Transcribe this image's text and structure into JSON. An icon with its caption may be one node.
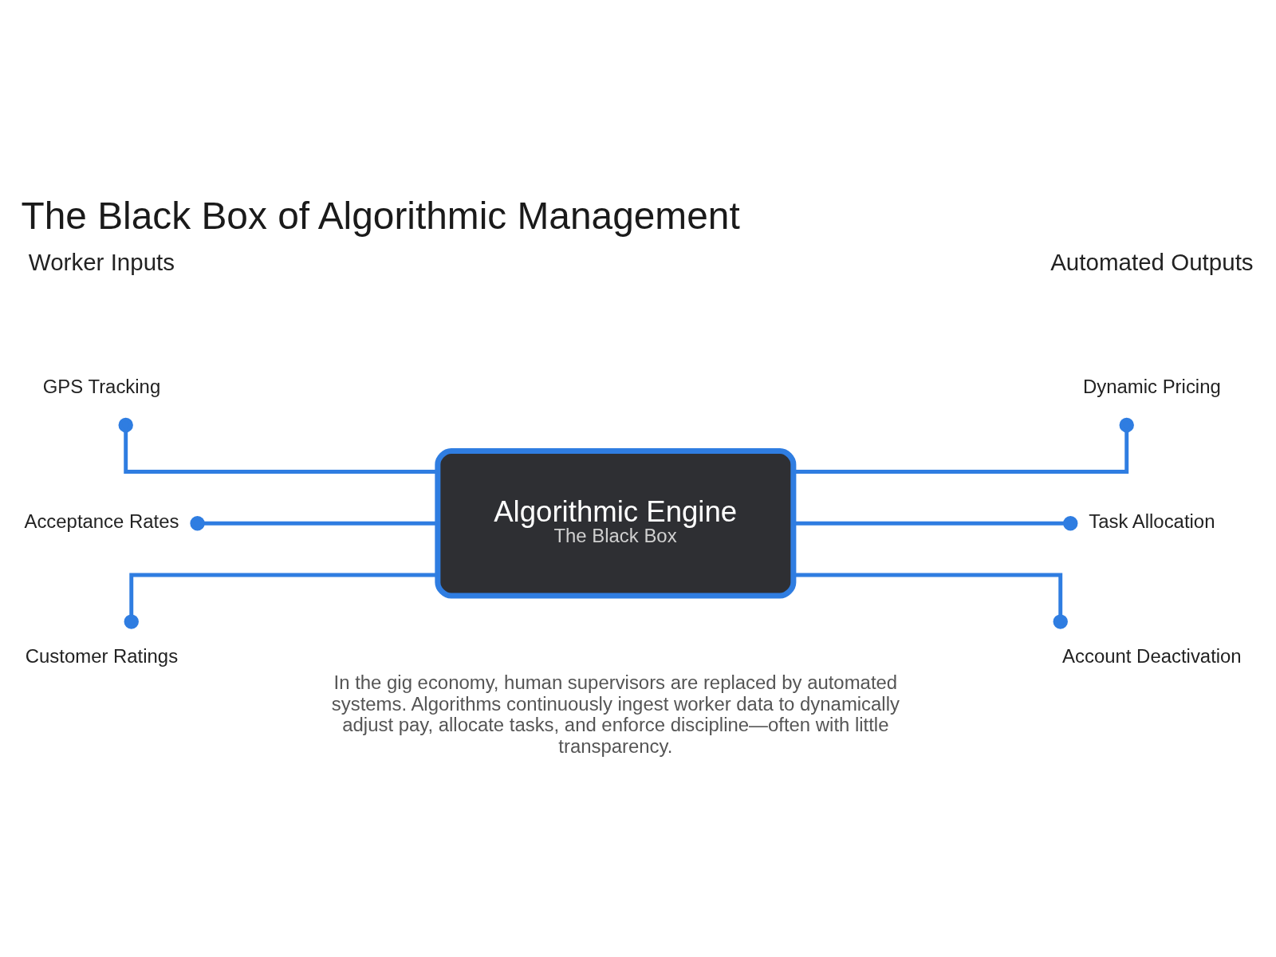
{
  "diagram": {
    "title": "The Black Box of Algorithmic Management",
    "caption": "In the gig economy, human supervisors are replaced by automated systems. Algorithms continuously ingest worker data to dynamically adjust pay, allocate tasks, and enforce discipline—often with little transparency.",
    "nodes": [
      {
        "text": [
          "GPS Tracking"
        ]
      },
      {
        "text": [
          "Acceptance Rates"
        ]
      },
      {
        "text": [
          "Customer Ratings"
        ]
      },
      {
        "text": [
          "Algorithmic Engine",
          "The Black Box"
        ]
      },
      {
        "text": [
          "Dynamic Pricing"
        ]
      },
      {
        "text": [
          "Task Allocation"
        ]
      },
      {
        "text": [
          "Account Deactivation"
        ]
      }
    ],
    "edges": [
      {
        "from": 0,
        "to": 3,
        "arrow": "other"
      },
      {
        "from": 1,
        "to": 3,
        "arrow": "other"
      },
      {
        "from": 2,
        "to": 3,
        "arrow": "other"
      },
      {
        "from": 3,
        "to": 4,
        "arrow": "other"
      },
      {
        "from": 3,
        "to": 5,
        "arrow": "other"
      },
      {
        "from": 3,
        "to": 6,
        "arrow": "other"
      }
    ],
    "labels": [
      "Worker Inputs",
      "Automated Outputs"
    ]
  }
}
